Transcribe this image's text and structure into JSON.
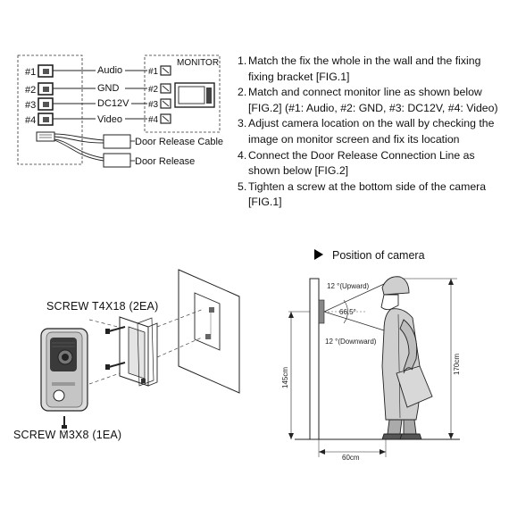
{
  "wiring": {
    "monitor_label": "MONITOR",
    "terminals": [
      {
        "id": "#1",
        "signal": "Audio"
      },
      {
        "id": "#2",
        "signal": "GND"
      },
      {
        "id": "#3",
        "signal": "DC12V"
      },
      {
        "id": "#4",
        "signal": "Video"
      }
    ],
    "door_cable_label": "Door Release Cable",
    "door_release_label": "Door Release"
  },
  "instructions": [
    {
      "num": "1.",
      "text": "Match the fix the whole in the wall and the fixing fixing bracket [FIG.1]"
    },
    {
      "num": "2.",
      "text": "Match and connect monitor line as shown below [FIG.2] (#1: Audio, #2: GND, #3: DC12V, #4: Video)"
    },
    {
      "num": "3.",
      "text": "Adjust camera location on the wall by checking the image on monitor screen and fix its location"
    },
    {
      "num": "4.",
      "text": "Connect the Door Release Connection Line as shown below [FIG.2]"
    },
    {
      "num": "5.",
      "text": "Tighten a screw at the bottom side of the camera [FIG.1]"
    }
  ],
  "install": {
    "screw_top": "SCREW T4X18 (2EA)",
    "screw_bottom": "SCREW M3X8 (1EA)"
  },
  "position": {
    "title": "Position of camera",
    "upward": "12 °(Upward)",
    "downward": "12 °(Downward)",
    "angle": "66.5°",
    "height_camera": "145cm",
    "height_person": "170cm",
    "distance": "60cm"
  }
}
